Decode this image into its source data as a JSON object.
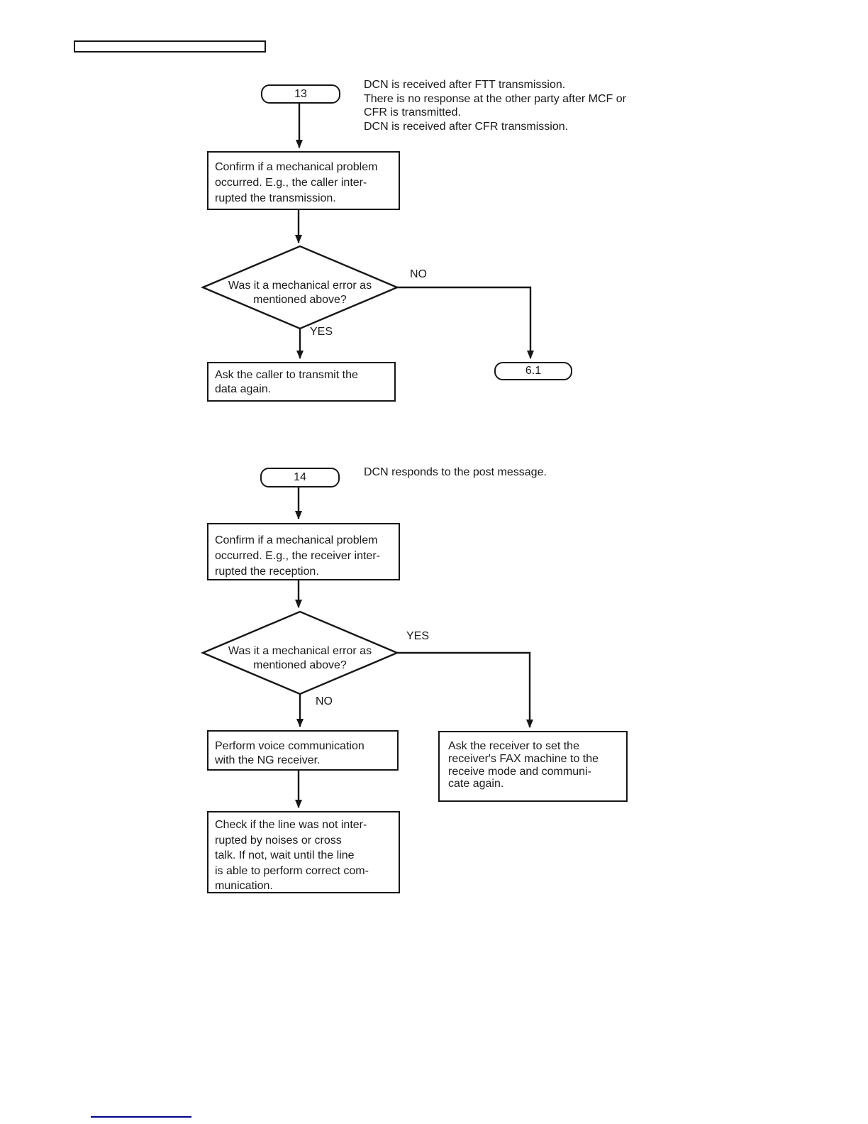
{
  "colors": {
    "ink": "#161616",
    "link_underline": "#00008B"
  },
  "header": {
    "label": ""
  },
  "flow13": {
    "id_label": "13",
    "note": "DCN is received after FTT transmission.\nThere is no response at the other party after MCF or\nCFR is transmitted.\nDCN is received after CFR transmission.",
    "confirm_step": "Confirm if a mechanical problem\noccurred. E.g., the caller inter-\nrupted the transmission.",
    "decision": "Was it a mechanical error as\nmentioned above?",
    "no_label": "NO",
    "yes_label": "YES",
    "yes_step": "Ask the caller to transmit the\ndata again.",
    "goto_label": "6.1"
  },
  "flow14": {
    "id_label": "14",
    "note": "DCN responds to the post message.",
    "confirm_step": "Confirm if a mechanical problem\noccurred. E.g., the receiver inter-\nrupted the reception.",
    "decision": "Was it a mechanical error as\nmentioned above?",
    "yes_label": "YES",
    "no_label": "NO",
    "no_step": "Perform voice communication\nwith the NG receiver.",
    "yes_step": "Ask the receiver to set the\nreceiver's FAX machine to the\nreceive mode and communi-\ncate again.",
    "final_step": "Check if the line was not inter-\nrupted by noises or cross\ntalk.  If not, wait until the line\nis able to perform correct com-\nmunication."
  }
}
